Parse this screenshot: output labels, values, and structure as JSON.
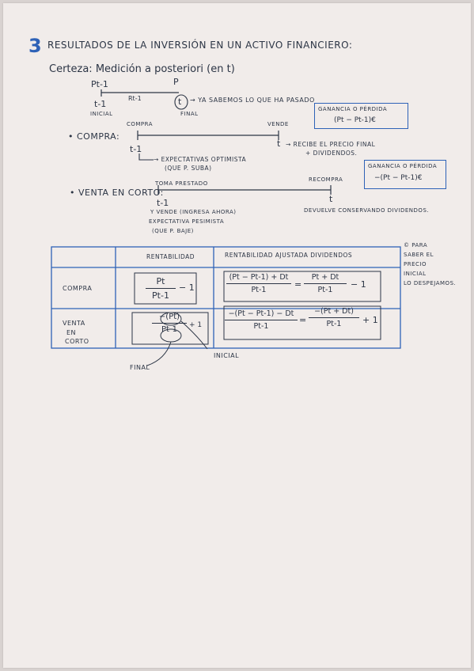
{
  "title": {
    "number": "3",
    "text": "Resultados de la inversión en un activo financiero:"
  },
  "certeza": {
    "heading": "Certeza: Medición a posteriori (en t)"
  },
  "timeline1": {
    "label_top_left": "Pt-1",
    "label_top_right": "P",
    "label_mid": "Rt-1",
    "label_left": "t-1",
    "label_left_under": "Inicial",
    "label_right": "t",
    "label_right_under": "Final",
    "note": "→ Ya sabemos lo que ha pasado",
    "box_line1": "Ganancia o pérdida",
    "box_line2": "(Pt − Pt-1)€"
  },
  "compra": {
    "label": "• Compra:",
    "left_top": "Compra",
    "right_top": "Vende",
    "left_bottom": "t-1",
    "right_bottom": "t",
    "right_note1": "→ Recibe el precio final",
    "right_note2": "+ dividendos.",
    "left_note1": "→ Expectativas optimista",
    "left_note2": "(que P. suba)"
  },
  "venta": {
    "label": "• Venta en corto:",
    "left_top": "Toma prestado",
    "right_top": "Recompra",
    "left_bottom": "t-1",
    "right_bottom": "t",
    "right_note": "Devuelve conservando dividendos.",
    "left_note1": "Y vende (ingresa ahora)",
    "left_note2": "Expectativa pesimista",
    "left_note3": "(que P. baje)",
    "box_line1": "Ganancia o pérdida",
    "box_line2": "−(Pt − Pt-1)€"
  },
  "table": {
    "headers": [
      "Rentabilidad",
      "Rentabilidad ajustada dividendos"
    ],
    "row1_label": "Compra",
    "row1_rent_num": "Pt",
    "row1_rent_den": "Pt-1",
    "row1_rent_tail": "− 1",
    "row1_adj_num": "(Pt − Pt-1) + Dt",
    "row1_adj_den": "Pt-1",
    "row1_adj_eq": "=",
    "row1_adj2_num": "Pt + Dt",
    "row1_adj2_den": "Pt-1",
    "row1_adj2_tail": "− 1",
    "row2_label_1": "Venta",
    "row2_label_2": "en",
    "row2_label_3": "corto",
    "row2_rent_num": "−(Pt)",
    "row2_rent_den": "Pt-1",
    "row2_rent_tail": "+ 1",
    "row2_adj_num": "−(Pt − Pt-1) − Dt",
    "row2_adj_den": "Pt-1",
    "row2_adj_eq": "=",
    "row2_adj2_num": "−(Pt + Dt)",
    "row2_adj2_den": "Pt-1",
    "row2_adj2_tail": "+ 1",
    "final_label": "Final",
    "inicial_label": "Inicial"
  },
  "side_note": [
    "© Para",
    "saber el",
    "precio",
    "inicial",
    "lo despejamos."
  ]
}
